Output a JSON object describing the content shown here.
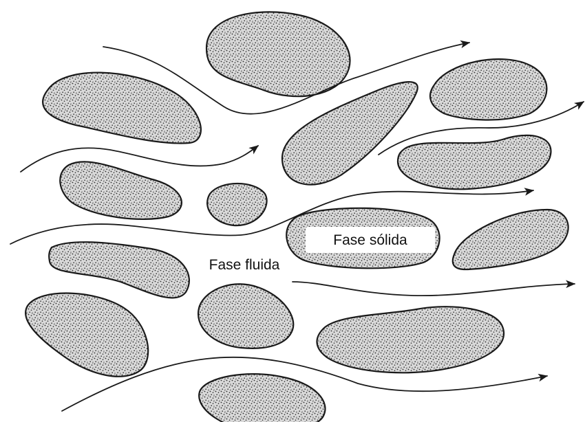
{
  "labels": {
    "solid_phase": "Fase sólida",
    "fluid_phase": "Fase fluida"
  },
  "colors": {
    "background": "#ffffff",
    "grain_fill": "#d9d9d9",
    "stipple_dots": "#2b2b2b",
    "outline": "#1a1a1a",
    "flow_lines": "#1a1a1a"
  },
  "flow": {
    "direction": "left-to-right"
  }
}
